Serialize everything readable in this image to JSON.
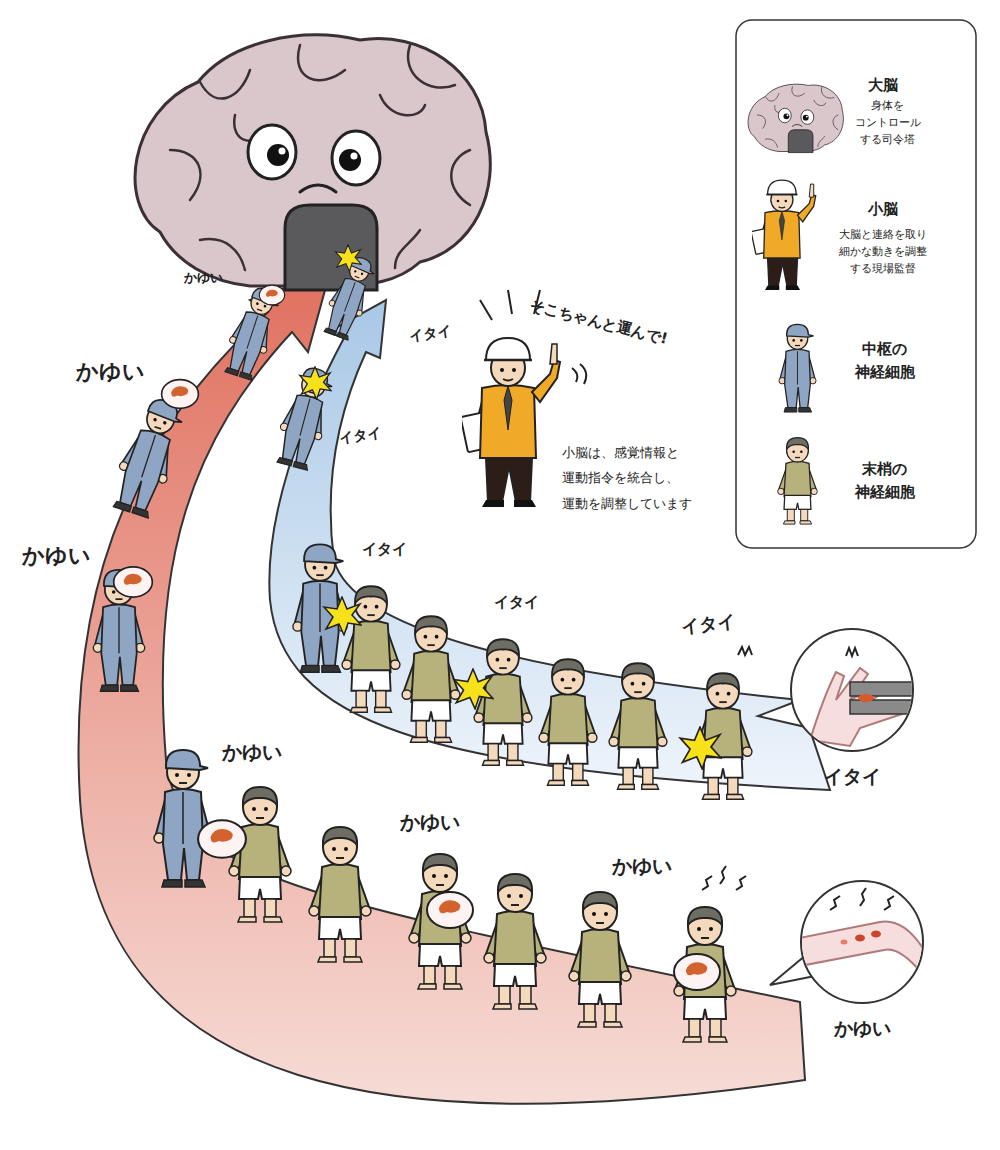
{
  "diagram": {
    "nodes": [
      {
        "text": [
          "イタイ"
        ]
      },
      {
        "text": [
          "かゆい"
        ]
      }
    ],
    "labels": [
      "かゆい",
      "イタイ",
      "そこちゃんと運んで!",
      "かゆい",
      "イタイ",
      "小脳は、感覚情報と 運動指令を統合し、 運動を調整しています",
      "かゆい",
      "イタイ",
      "イタイ",
      "イタイ",
      "かゆい",
      "かゆい",
      "かゆい",
      "身体を コントロール する司令塔",
      "大脳と連絡を取り 細かな動きを調整 する現場監督"
    ],
    "legend": [
      {
        "text": "大脳"
      },
      {
        "text": "小脳"
      },
      {
        "text": "中枢の 神経細胞"
      },
      {
        "text": "末梢の 神経細胞"
      }
    ]
  }
}
